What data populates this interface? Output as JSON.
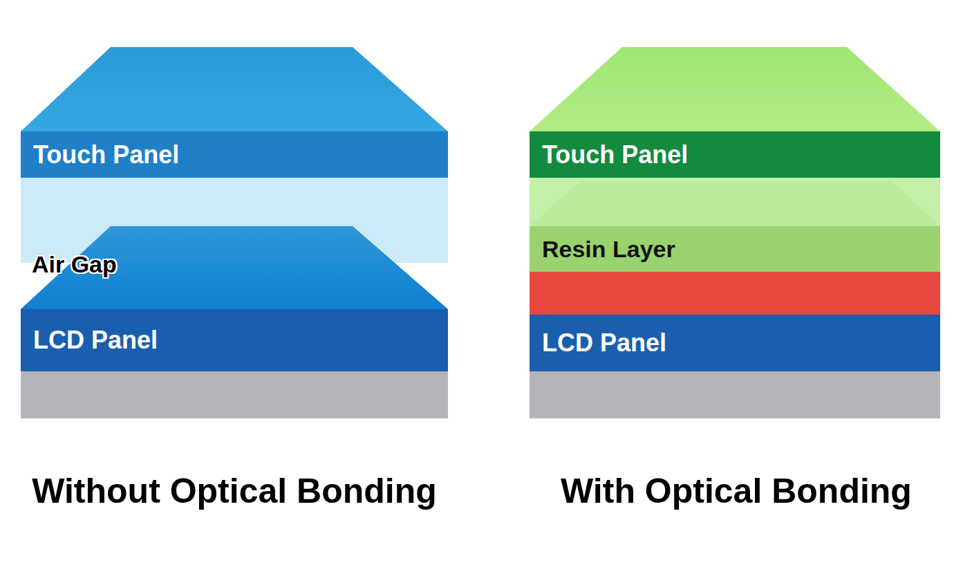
{
  "diagram": {
    "nodes": [
      {
        "text": [
          "Touch Panel"
        ]
      },
      {
        "text": [
          "LCD Panel"
        ]
      },
      {
        "text": [
          "Touch Panel"
        ]
      },
      {
        "text": [
          "Resin Layer"
        ]
      },
      {
        "text": [
          "LCD Panel"
        ]
      }
    ],
    "labels": [
      "Air Gap",
      "Without Optical Bonding",
      "With Optical Bonding"
    ]
  }
}
